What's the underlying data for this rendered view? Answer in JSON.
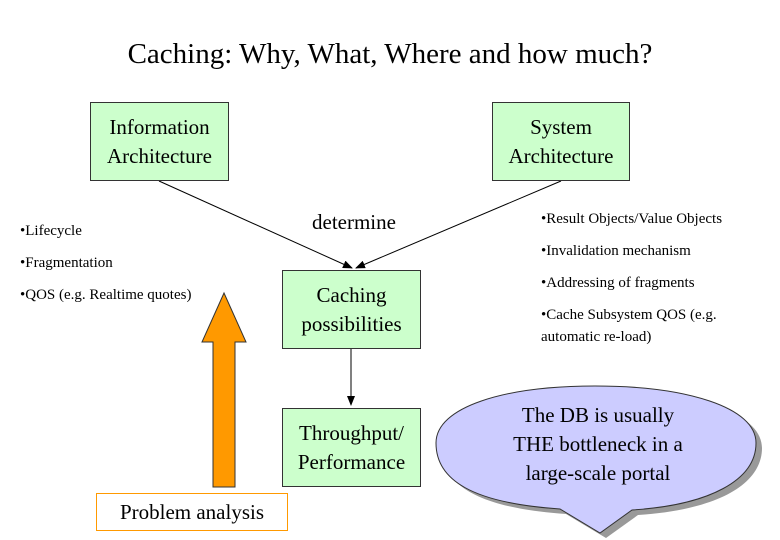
{
  "title": "Caching: Why, What, Where and how much?",
  "boxes": {
    "information_architecture": [
      "Information",
      "Architecture"
    ],
    "system_architecture": [
      "System",
      "Architecture"
    ],
    "caching_possibilities": [
      "Caching",
      "possibilities"
    ],
    "throughput_performance": [
      "Throughput/",
      "Performance"
    ]
  },
  "determine_label": "determine",
  "left_bullets": [
    "•Lifecycle",
    "•Fragmentation",
    "•QOS (e.g. Realtime quotes)"
  ],
  "right_bullets": [
    "•Result Objects/Value Objects",
    "•Invalidation mechanism",
    "•Addressing of fragments",
    "•Cache Subsystem QOS (e.g. automatic re-load)"
  ],
  "problem_analysis": "Problem analysis",
  "callout_lines": [
    "The DB is usually",
    "THE bottleneck in a",
    "large-scale portal"
  ],
  "colors": {
    "box_fill": "#ccffcc",
    "arrow_fill": "#ff9900",
    "callout_fill": "#ccccff",
    "callout_shadow": "#999999"
  },
  "icons": {
    "up_arrow": "orange-up-arrow-icon",
    "callout": "speech-bubble-icon"
  }
}
